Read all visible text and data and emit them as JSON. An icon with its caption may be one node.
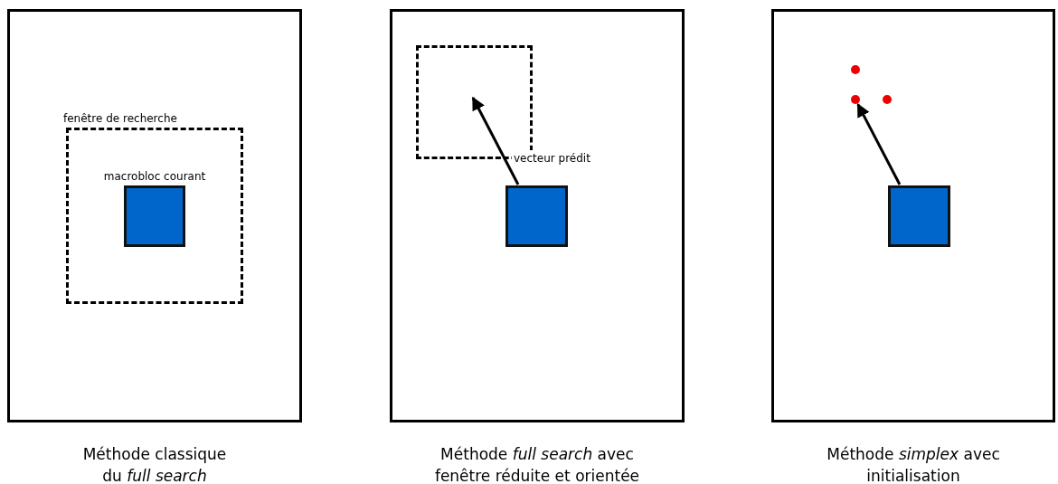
{
  "diagram": {
    "nodes": [
      {
        "text": [],
        "shape": "box",
        "beside": [
          "Méthode classique du *full search*"
        ]
      },
      {
        "text": [
          "fenêtre de recherche"
        ],
        "in": 0
      },
      {
        "text": [
          "macrobloc courant"
        ],
        "in": 1
      },
      {
        "text": [],
        "shape": "box",
        "beside": [
          "Méthode *full search* avec fenêtre réduite et orientée"
        ]
      },
      {
        "text": [],
        "shape": "box",
        "in": 3
      },
      {
        "text": [],
        "shape": "box",
        "in": 3
      },
      {
        "text": [],
        "shape": "box",
        "beside": [
          "Méthode *simplex* avec initialisation"
        ]
      },
      {
        "text": [],
        "shape": "circle",
        "in": 6
      },
      {
        "text": [],
        "shape": "circle",
        "in": 6
      },
      {
        "text": [],
        "shape": "circle",
        "in": 6
      },
      {
        "text": [],
        "shape": "box",
        "in": 6
      }
    ],
    "edges": [
      {
        "from": 5,
        "to": 4,
        "arrow": "to",
        "label": "vecteur prédit"
      },
      {
        "from": 10,
        "to": 8,
        "arrow": "to"
      }
    ]
  }
}
